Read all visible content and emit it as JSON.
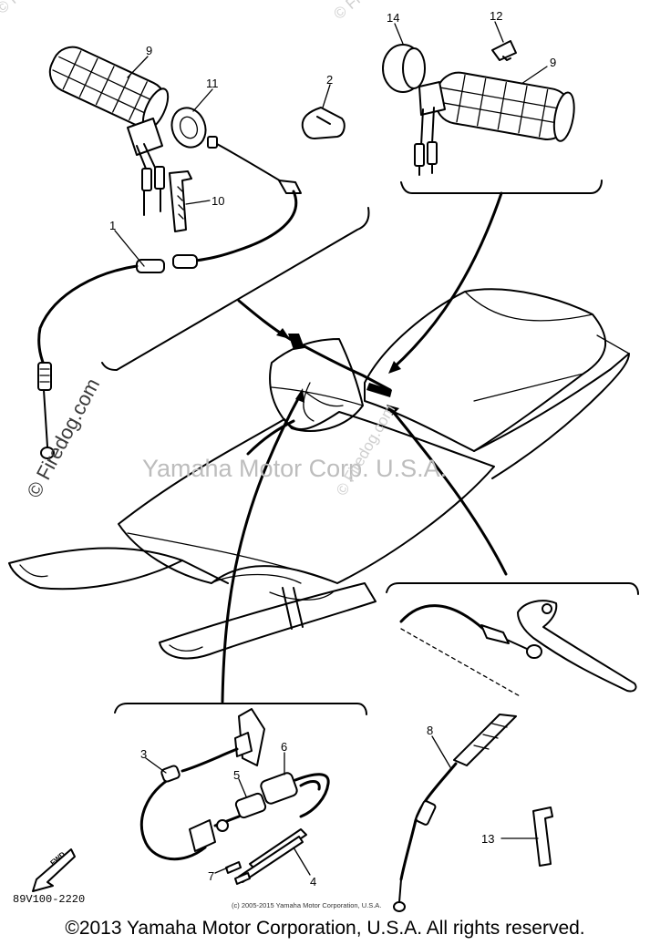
{
  "diagram": {
    "parts": [
      {
        "label": "1"
      },
      {
        "label": "2"
      },
      {
        "label": "3"
      },
      {
        "label": "4"
      },
      {
        "label": "5"
      },
      {
        "label": "6"
      },
      {
        "label": "7"
      },
      {
        "label": "8"
      },
      {
        "label": "9"
      },
      {
        "label": "9"
      },
      {
        "label": "10"
      },
      {
        "label": "11"
      },
      {
        "label": "12"
      },
      {
        "label": "13"
      },
      {
        "label": "14"
      }
    ],
    "drawing_code": "89V100-2220",
    "fwd_label": "FWD",
    "small_notice": "(c) 2005-2015 Yamaha Motor Corporation, U.S.A.",
    "watermark_center": "Yamaha Motor Corp. U.S.A.",
    "watermark_side": "© Firedog.com",
    "watermark_faint": "© Firedog.com"
  },
  "footer": {
    "copyright": "©2013 Yamaha Motor Corporation, U.S.A. All rights reserved."
  }
}
